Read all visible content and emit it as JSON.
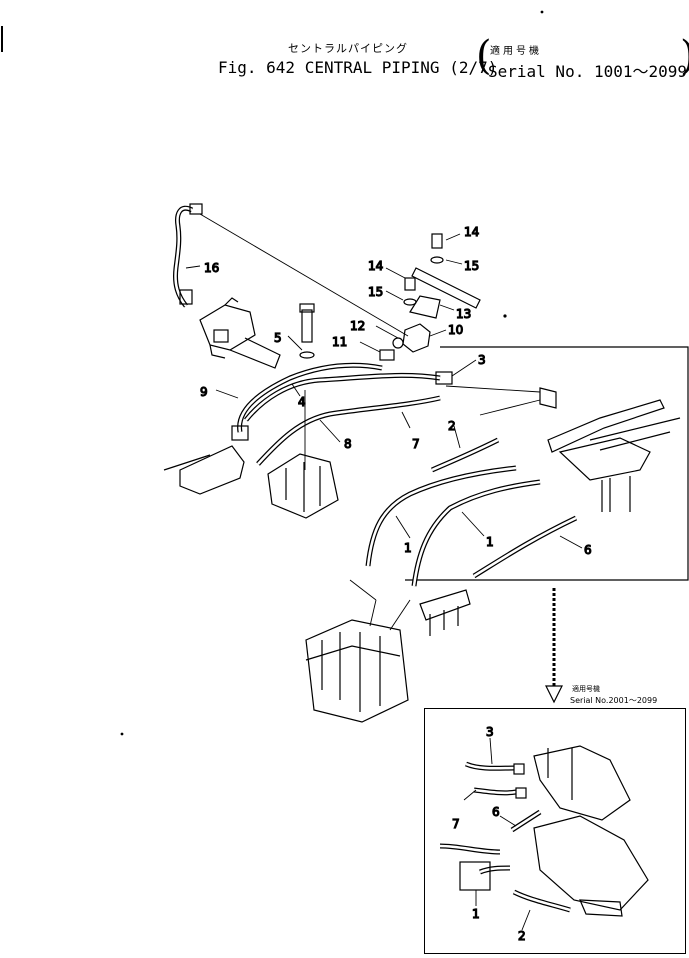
{
  "header": {
    "title_jp": "セントラルパイピング",
    "title": "Fig. 642 CENTRAL PIPING (2/7)",
    "serial_jp": "適用号機",
    "serial": "Serial No. 1001～2099"
  },
  "callouts": {
    "p1": "1",
    "p2": "2",
    "p3": "3",
    "p4": "4",
    "p5": "5",
    "p6": "6",
    "p7": "7",
    "p8": "8",
    "p9": "9",
    "p10": "10",
    "p11": "11",
    "p12": "12",
    "p13": "13",
    "p14": "14",
    "p15": "15",
    "p16": "16"
  },
  "inset": {
    "note_jp": "適用号機",
    "note_serial": "Serial No.2001～2099",
    "labels": {
      "l3": "3",
      "l7": "7",
      "l6": "6",
      "l1": "1",
      "l2": "2"
    }
  }
}
